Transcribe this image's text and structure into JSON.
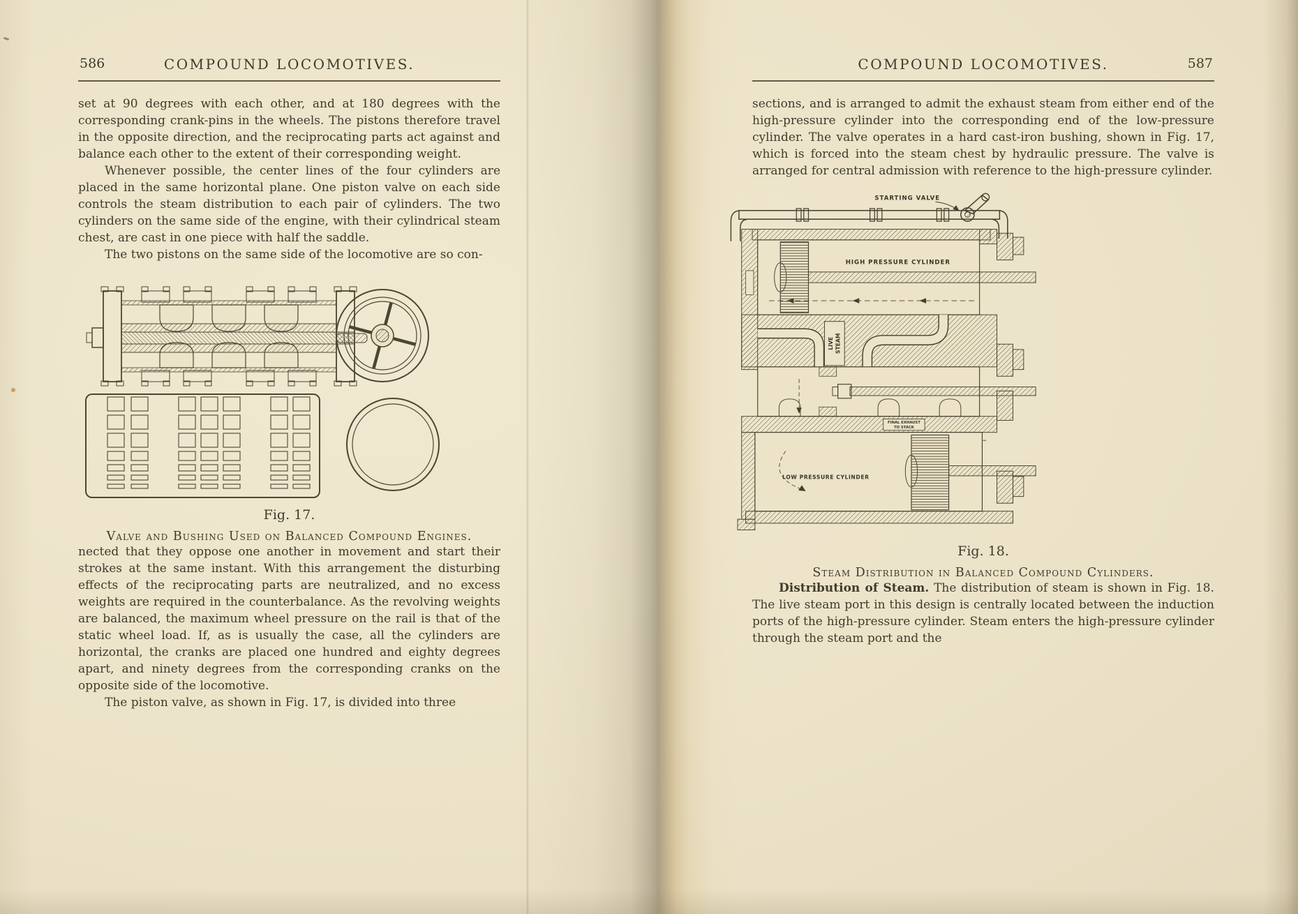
{
  "colors": {
    "paper": "#ece3c9",
    "ink": "#3f3b2c",
    "rule": "#4a4432"
  },
  "book": {
    "left_page": {
      "page_number": "586",
      "running_title": "COMPOUND LOCOMOTIVES.",
      "paragraphs": {
        "p1": "set at 90 degrees with each other, and at 180 degrees with the corresponding crank-pins in the wheels.  The pistons therefore travel in the opposite direction, and the reciprocating parts act against and balance each other to the extent of their corresponding weight.",
        "p2": "Whenever possible, the center lines of the four cylinders are placed in the same horizontal plane.  One piston valve on each side controls the steam distribution to each pair of cylinders.  The two cylinders on the same side of the engine, with their cylindrical steam chest, are cast in one piece with half the saddle.",
        "p3": "The two pistons on the same side of the locomotive are so con-",
        "p4": "nected that they oppose one another in movement and start their strokes at the same instant.  With this arrangement the disturbing effects of the reciprocating parts are neutralized, and no excess weights are required in the counterbalance.  As the revolving weights are balanced, the maximum wheel pressure on the rail is that of the static wheel load.  If, as is usually the case, all the cylinders are horizontal, the cranks are placed one hundred and eighty degrees apart, and ninety degrees from the corresponding cranks on the opposite side of the locomotive.",
        "p5": "The piston valve, as shown in Fig. 17, is divided into three"
      },
      "figure17": {
        "label": "Fig. 17.",
        "caption": "Valve and Bushing Used on Balanced Compound Engines."
      }
    },
    "right_page": {
      "page_number": "587",
      "running_title": "COMPOUND LOCOMOTIVES.",
      "paragraphs": {
        "p1": "sections, and is arranged to admit the exhaust steam from either end of the high-pressure cylinder into the corresponding end of the low-pressure cylinder.  The valve operates in a hard cast-iron bushing, shown in Fig. 17, which is forced into the steam chest by hydraulic pressure.  The valve is arranged for central admission with reference to the high-pressure cylinder.",
        "p2_lead": "Distribution of Steam.",
        "p2_rest": "  The distribution of steam is shown in Fig. 18.  The live steam port in this design is centrally located between the induction ports of the high-pressure cylinder.  Steam enters the high-pressure cylinder through the steam port and the"
      },
      "figure18": {
        "label": "Fig. 18.",
        "caption": "Steam Distribution in Balanced Compound Cylinders.",
        "annotations": {
          "starting_valve": "STARTING VALVE",
          "high_pressure_cylinder": "HIGH PRESSURE CYLINDER",
          "live_steam_line1": "LIVE",
          "live_steam_line2": "STEAM",
          "final_exhaust_line1": "FINAL EXHAUST",
          "final_exhaust_line2": "TO STACK",
          "low_pressure_cylinder": "LOW PRESSURE CYLINDER"
        }
      }
    }
  }
}
